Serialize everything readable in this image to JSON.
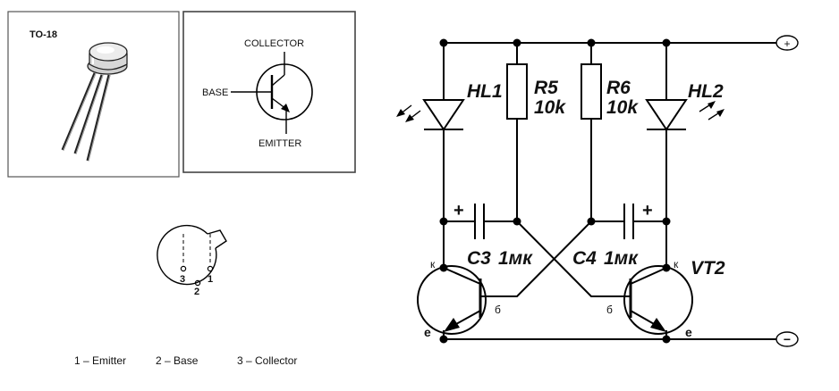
{
  "package": {
    "name": "TO-18"
  },
  "symbol": {
    "collector": "COLLECTOR",
    "base": "BASE",
    "emitter": "EMITTER"
  },
  "pinout": {
    "pins": [
      "3",
      "1",
      "2"
    ],
    "legend": [
      "1 – Emitter",
      "2 – Base",
      "3 – Collector"
    ]
  },
  "circuit": {
    "plus": "+",
    "minus": "−",
    "hl1": "HL1",
    "hl2": "HL2",
    "r5_name": "R5",
    "r5_value": "10k",
    "r6_name": "R6",
    "r6_value": "10k",
    "c3_name": "C3",
    "c3_value": "1мк",
    "c4_name": "C4",
    "c4_value": "1мк",
    "cap_plus": "+",
    "vt2": "VT2",
    "k": "к",
    "b": "б",
    "e": "е"
  }
}
